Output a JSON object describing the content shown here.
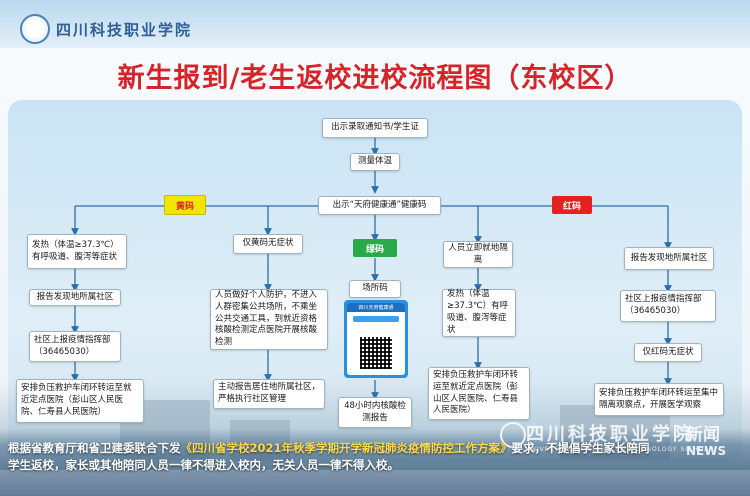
{
  "header": {
    "school_logo_name": "四川科技职业学院",
    "title": "新生报到/老生返校进校流程图（东校区）"
  },
  "flow": {
    "start": "出示录取通知书/学生证",
    "temp": "测量体温",
    "health_code": "出示“天府健康通”健康码",
    "tags": {
      "yellow": "黄码",
      "green": "绿码",
      "red": "红码"
    },
    "yellow_fever": {
      "step1": "发热（体温≥37.3℃）有呼吸道、腹泻等症状",
      "step2": "报告发现地所属社区",
      "step3": "社区上报疫情指挥部（36465030）",
      "step4": "安排负压救护车闭环转运至就近定点医院（彭山区人民医院、仁寿县人民医院）"
    },
    "yellow_nosymptom": {
      "step1": "仅黄码无症状",
      "step2": "人员做好个人防护，不进入人群密集公共场所，不乘坐公共交通工具，到就近资格核酸检测定点医院开展核酸检测",
      "step3": "主动报告居住地所属社区，严格执行社区管理"
    },
    "green": {
      "qr_title": "场所码",
      "qr_header": "四川天府健康通",
      "step": "48小时内核酸检测报告"
    },
    "red_isolate": {
      "step1": "人员立即就地隔离",
      "step2": "发热（体温≥37.3℃）有呼吸道、腹泻等症状",
      "step3": "安排负压救护车闭环转运至就近定点医院（彭山区人民医院、仁寿县人民医院）"
    },
    "red_report": {
      "step1": "报告发现地所属社区",
      "step2": "社区上报疫情指挥部（36465030）",
      "step3": "仅红码无症状",
      "step4": "安排负压救护车闭环转运至集中隔离观察点，开展医学观察"
    }
  },
  "footer": {
    "line1_prefix": "根据省教育厅和省卫建委联合下发",
    "line1_highlight": "《四川省学校2021年秋季学期开学新冠肺炎疫情防控工作方案》",
    "line1_suffix": "要求，不提倡学生家长陪同",
    "line2": "学生返校，家长或其他陪同人员一律不得进入校内，无关人员一律不得入校。"
  },
  "watermark": {
    "name": "四川科技职业学院",
    "english": "UNIVERSITY OF SCIENCE&TECHNOLOGY SICHUAN",
    "news": "新闻",
    "news_en": "NEWS"
  },
  "colors": {
    "title_red": "#d7232a",
    "yellow_tag": "#f3e400",
    "green_tag": "#2aa84a",
    "red_tag": "#e3211f"
  }
}
